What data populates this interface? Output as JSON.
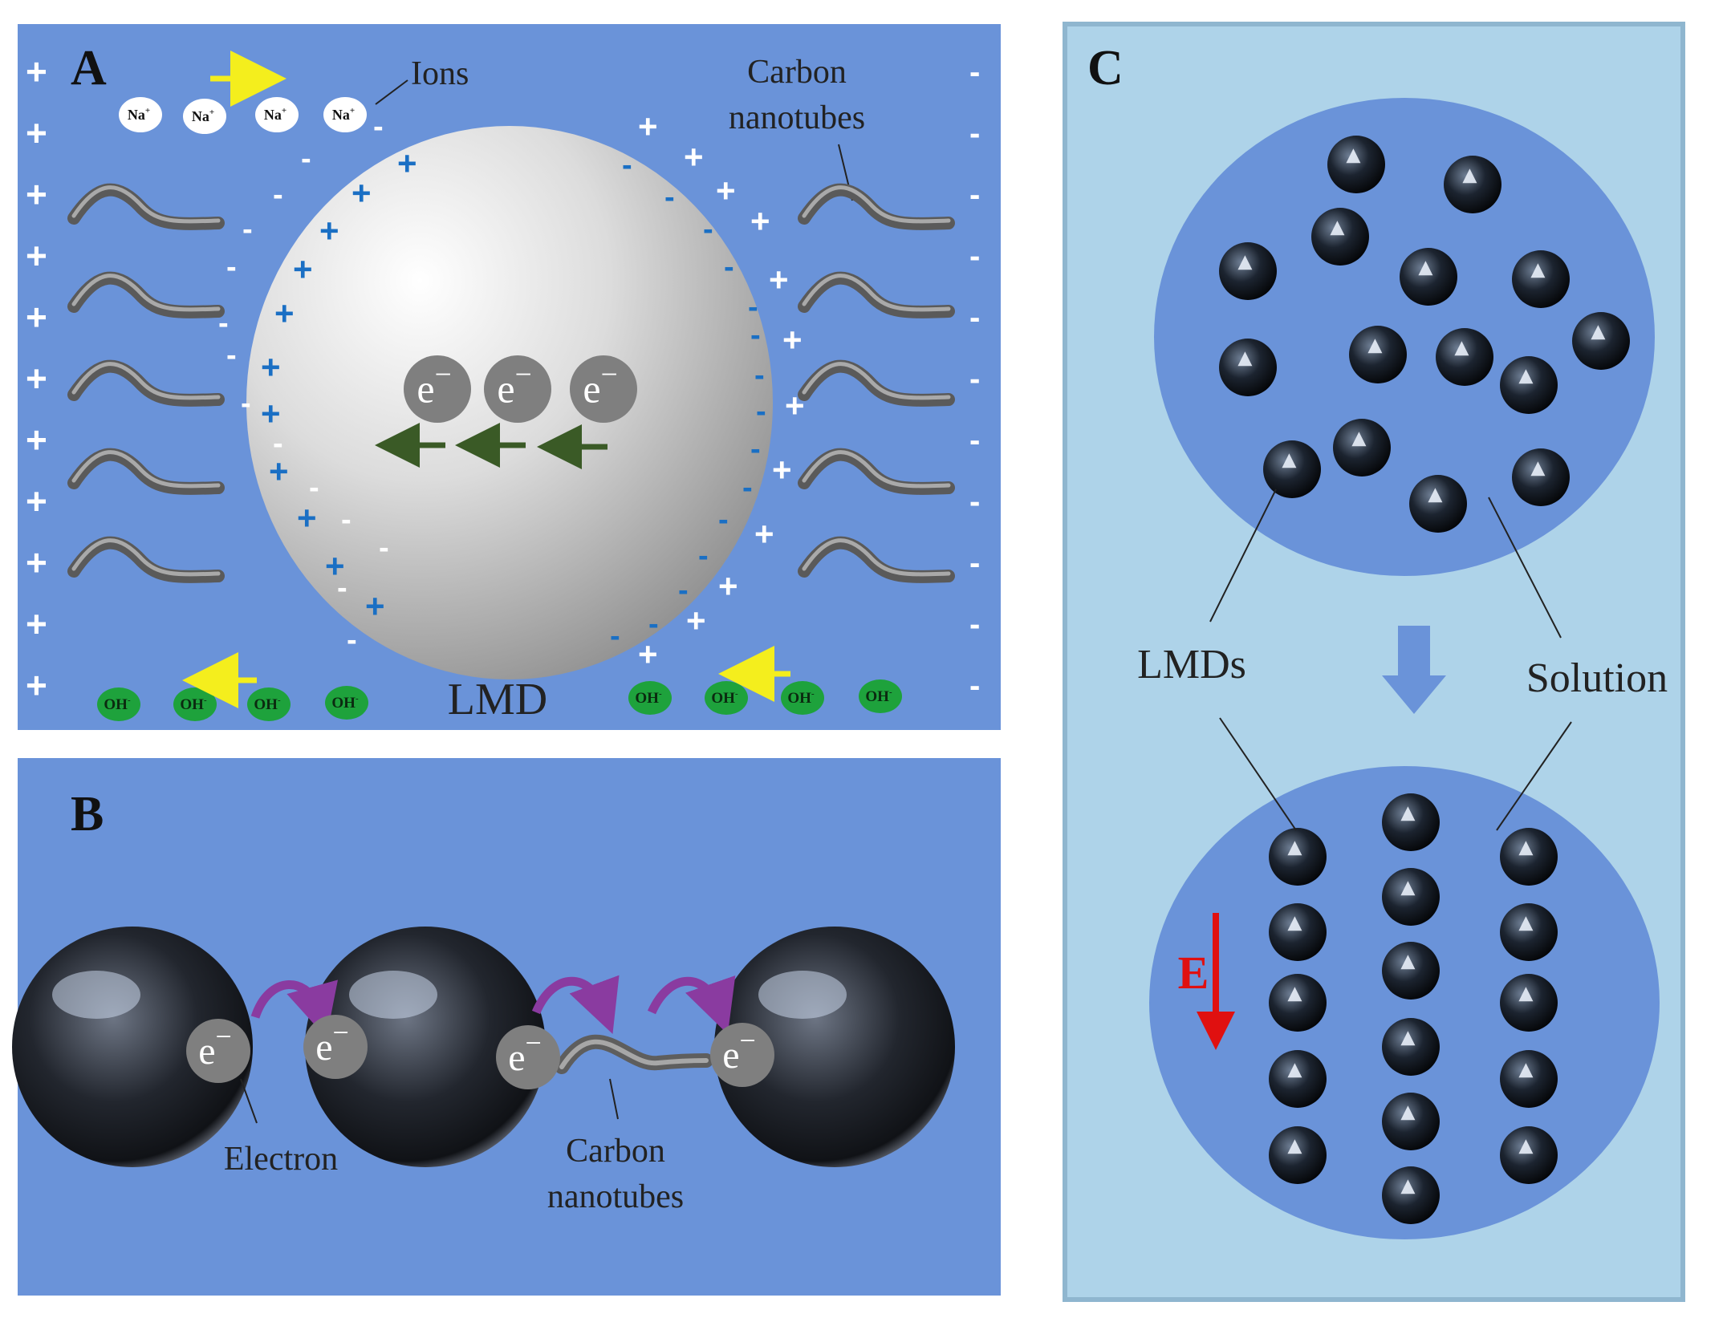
{
  "panel_a": {
    "letter": "A",
    "ions_label": "Ions",
    "cnt_label_line1": "Carbon",
    "cnt_label_line2": "nanotubes",
    "sphere_label": "LMD",
    "cation": "Na",
    "cation_charge": "+",
    "anion": "OH",
    "anion_charge": "-",
    "electron": "e",
    "electron_sign": "−",
    "plus": "+",
    "minus": "-"
  },
  "panel_b": {
    "letter": "B",
    "electron_label": "Electron",
    "cnt_label_line1": "Carbon",
    "cnt_label_line2": "nanotubes",
    "electron": "e",
    "electron_sign": "−"
  },
  "panel_c": {
    "letter": "C",
    "lmds_label": "LMDs",
    "solution_label": "Solution",
    "field_label": "E"
  },
  "colors": {
    "panel_bg": "#6a93d9",
    "panel_c_bg": "#aed3e9",
    "circle_bg": "#6a93d9",
    "blue_plus": "#1a6fc4",
    "electron_arrow": "#3a5a26",
    "ion_arrow": "#f4ee1d",
    "hop_arrow": "#8a3ba0",
    "field_arrow": "#e01010",
    "oh_green": "#1ea23c"
  }
}
